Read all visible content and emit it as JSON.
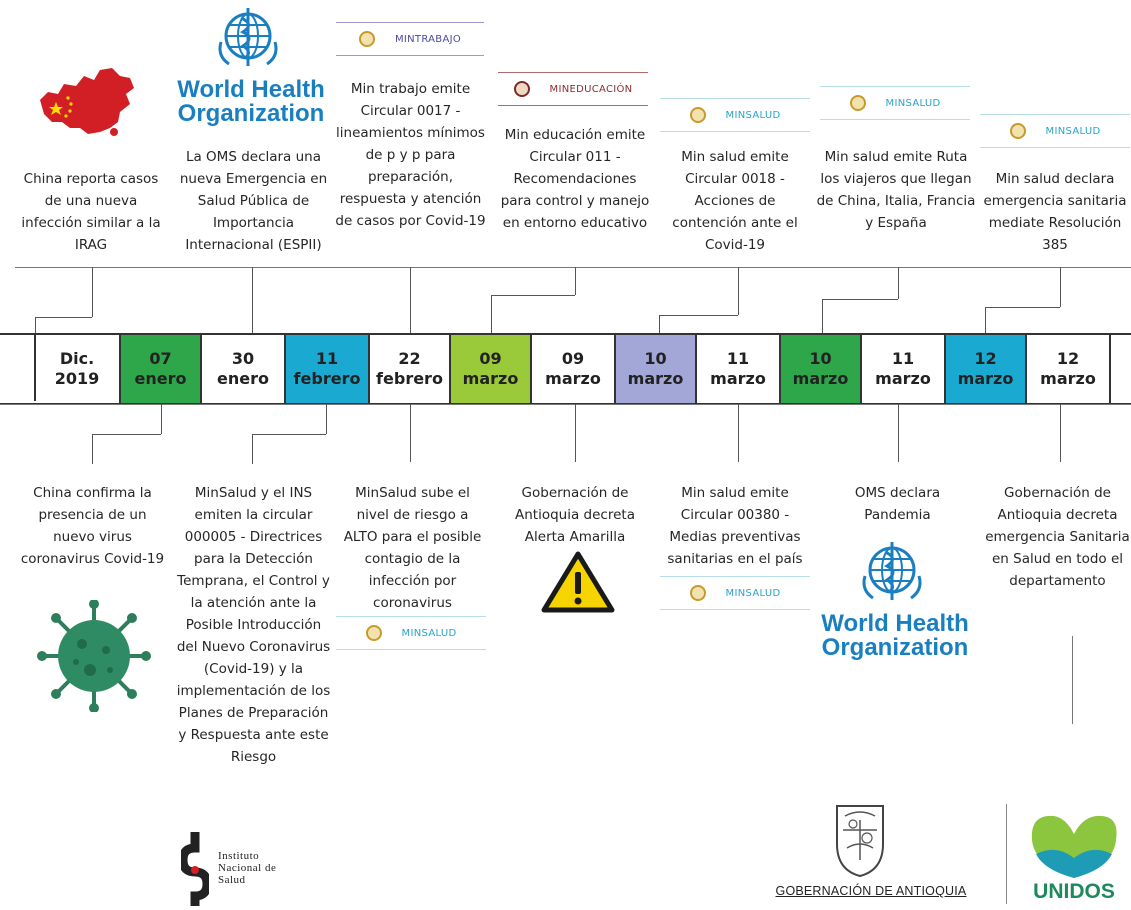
{
  "timeline": [
    {
      "line1": "Dic.",
      "line2": "2019",
      "bg": "#ffffff",
      "fg": "#1a1a1a"
    },
    {
      "line1": "07",
      "line2": "enero",
      "bg": "#2ea74a",
      "fg": "#1a1a1a"
    },
    {
      "line1": "30",
      "line2": "enero",
      "bg": "#ffffff",
      "fg": "#1a1a1a"
    },
    {
      "line1": "11",
      "line2": "febrero",
      "bg": "#19a9d1",
      "fg": "#1a1a1a"
    },
    {
      "line1": "22",
      "line2": "febrero",
      "bg": "#ffffff",
      "fg": "#1a1a1a"
    },
    {
      "line1": "09",
      "line2": "marzo",
      "bg": "#9ac93a",
      "fg": "#1a1a1a"
    },
    {
      "line1": "09",
      "line2": "marzo",
      "bg": "#ffffff",
      "fg": "#1a1a1a"
    },
    {
      "line1": "10",
      "line2": "marzo",
      "bg": "#a3a7d8",
      "fg": "#1a1a1a"
    },
    {
      "line1": "11",
      "line2": "marzo",
      "bg": "#ffffff",
      "fg": "#1a1a1a"
    },
    {
      "line1": "10",
      "line2": "marzo",
      "bg": "#2ea74a",
      "fg": "#1a1a1a"
    },
    {
      "line1": "11",
      "line2": "marzo",
      "bg": "#ffffff",
      "fg": "#1a1a1a"
    },
    {
      "line1": "12",
      "line2": "marzo",
      "bg": "#19a9d1",
      "fg": "#1a1a1a"
    },
    {
      "line1": "12",
      "line2": "marzo",
      "bg": "#ffffff",
      "fg": "#1a1a1a"
    }
  ],
  "top_events": {
    "china": "China reporta casos de una nueva infección similar a la IRAG",
    "oms": "La OMS declara una nueva Emergencia en Salud Pública de Importancia Internacional (ESPII)",
    "mintrabajo": "Min trabajo emite Circular 0017 - lineamientos mínimos de p y p para preparación, respuesta y atención de casos por Covid-19",
    "mineducacion": "Min educación emite Circular 011 - Recomendaciones para control y manejo en entorno educativo",
    "minsalud_0018": "Min salud emite Circular 0018 - Acciones de contención ante el Covid-19",
    "minsalud_ruta": "Min salud emite Ruta los viajeros que llegan de China, Italia, Francia y España",
    "minsalud_385": "Min salud declara emergencia sanitaria mediate Resolución 385"
  },
  "bottom_events": {
    "china_confirma": "China confirma la presencia de un nuevo virus coronavirus Covid-19",
    "minsalud_ins": "MinSalud y el INS emiten la circular 000005 - Directrices para la Detección Temprana, el Control y la atención ante la Posible Introducción del Nuevo Coronavirus (Covid-19) y la implementación de los Planes de Preparación y Respuesta ante este Riesgo",
    "minsalud_riesgo": "MinSalud sube el nivel de riesgo a ALTO para el posible contagio de la infección por coronavirus",
    "gob_alerta": "Gobernación de Antioquia decreta Alerta Amarilla",
    "minsalud_00380": "Min salud emite Circular 00380 - Medias preventivas sanitarias en el país",
    "oms_pandemia": "OMS declara Pandemia",
    "gob_emergencia": "Gobernación de Antioquia decreta emergencia Sanitaria en Salud en todo el departamento"
  },
  "tags": {
    "mintrabajo": "MINTRABAJO",
    "mineducacion": "MINEDUCACIÓN",
    "minsalud": "MINSALUD"
  },
  "logos": {
    "who_line1": "World Health",
    "who_line2": "Organization",
    "ins_line1": "Instituto",
    "ins_line2": "Nacional de",
    "ins_line3": "Salud",
    "gobernacion": "GOBERNACIÓN DE ANTIOQUIA",
    "unidos": "UNIDOS"
  },
  "icons": [
    "china-map-icon",
    "who-emblem-icon",
    "colombia-seal-icon",
    "virus-icon",
    "warning-icon",
    "ins-logo-icon",
    "antioquia-seal-icon",
    "unidos-logo-icon"
  ],
  "colors": {
    "green": "#2ea74a",
    "blue": "#19a9d1",
    "lime": "#9ac93a",
    "lavender": "#a3a7d8",
    "who_blue": "#1a7fc1"
  }
}
